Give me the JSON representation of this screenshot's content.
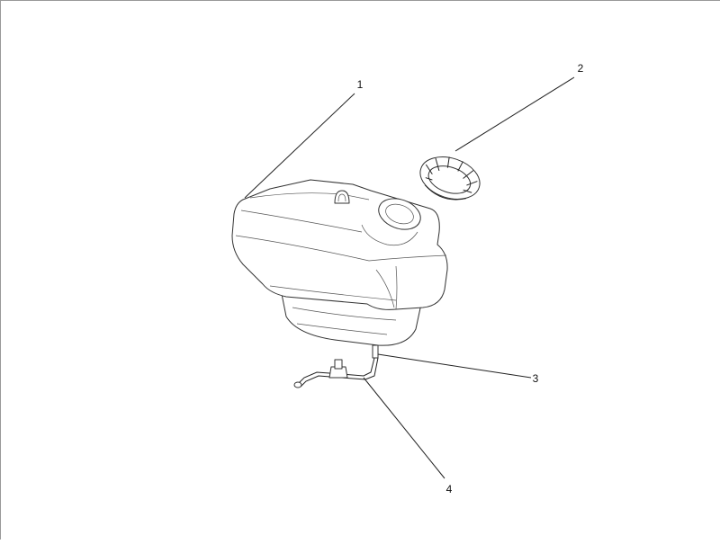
{
  "callouts": [
    {
      "id": "1",
      "label": "1"
    },
    {
      "id": "2",
      "label": "2"
    },
    {
      "id": "3",
      "label": "3"
    },
    {
      "id": "4",
      "label": "4"
    }
  ],
  "colors": {
    "line": "#222222",
    "background": "#ffffff"
  }
}
